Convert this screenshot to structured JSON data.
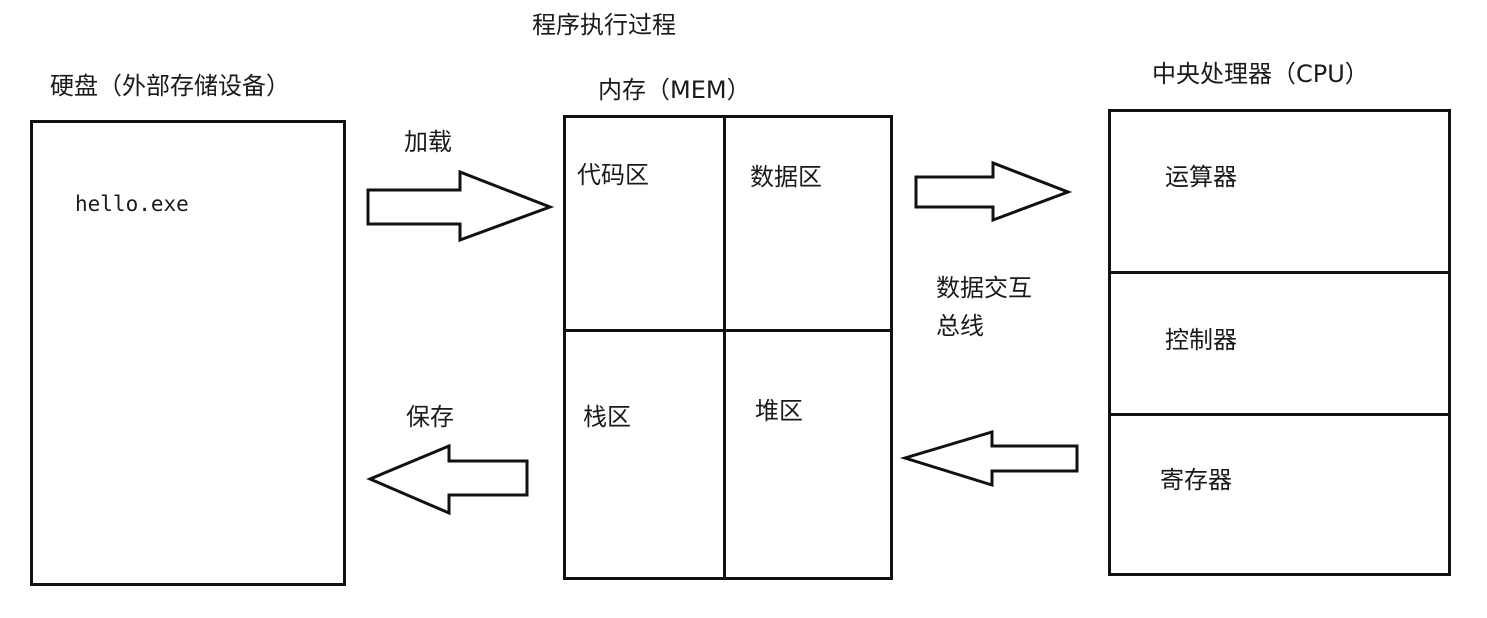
{
  "title": "程序执行过程",
  "disk": {
    "label": "硬盘（外部存储设备）",
    "file": "hello.exe"
  },
  "memory": {
    "label": "内存（MEM）",
    "code_area": "代码区",
    "data_area": "数据区",
    "stack_area": "栈区",
    "heap_area": "堆区"
  },
  "cpu": {
    "label": "中央处理器（CPU）",
    "alu": "运算器",
    "control_unit": "控制器",
    "registers": "寄存器"
  },
  "arrows": {
    "load": "加载",
    "save": "保存",
    "bus_line1": "数据交互",
    "bus_line2": "总线"
  }
}
